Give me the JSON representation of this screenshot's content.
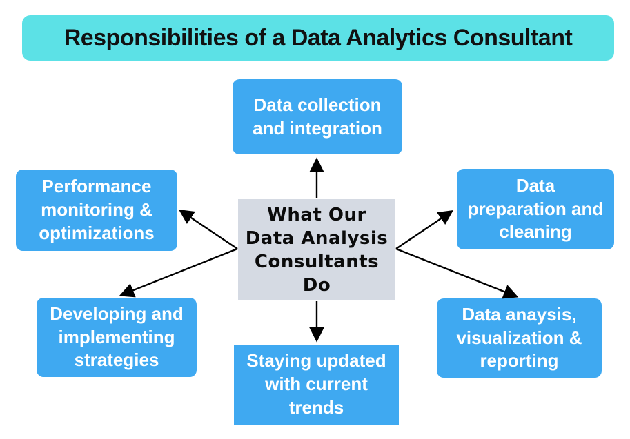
{
  "title": {
    "text": "Responsibilities of a Data Analytics Consultant"
  },
  "center": {
    "text": "What Our\nData Analysis\nConsultants\nDo"
  },
  "nodes": {
    "top": {
      "label": "Data collection\nand integration"
    },
    "left_top": {
      "label": "Performance\nmonitoring &\noptimizations"
    },
    "right_top": {
      "label": "Data\npreparation and\ncleaning"
    },
    "left_bottom": {
      "label": "Developing and\nimplementing\nstrategies"
    },
    "right_bottom": {
      "label": "Data anaysis,\nvisualization &\nreporting"
    },
    "bottom": {
      "label": "Staying updated\nwith current\ntrends"
    }
  },
  "colors": {
    "banner_bg": "#5ce1e6",
    "node_bg": "#3fa9f1",
    "node_text": "#ffffff",
    "center_bg": "#d5dae3",
    "arrow": "#000000"
  }
}
